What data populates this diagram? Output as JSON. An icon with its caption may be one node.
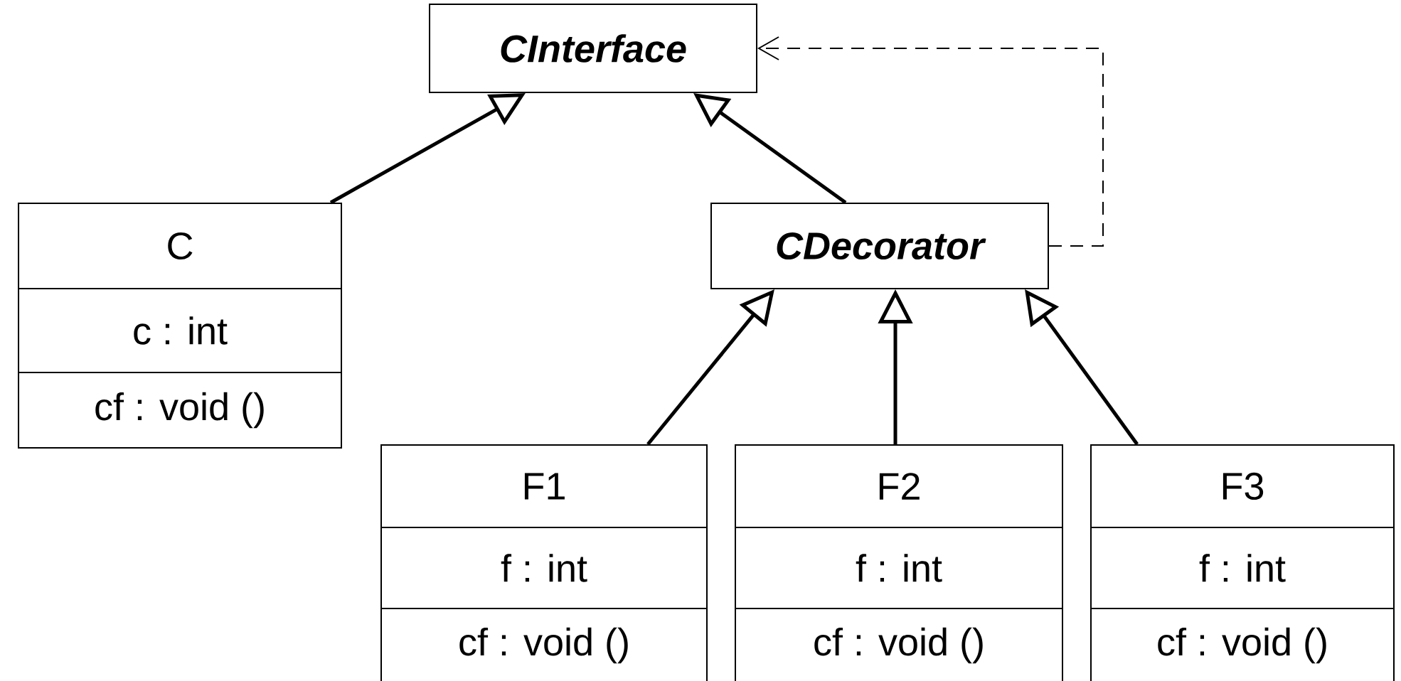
{
  "diagram": {
    "nodes": [
      {
        "text": [
          "CInterface"
        ]
      },
      {
        "text": [
          "C",
          "c : int",
          "cf : void ()"
        ]
      },
      {
        "text": [
          "CDecorator"
        ]
      },
      {
        "text": [
          "F1",
          "f : int",
          "cf : void ()"
        ]
      },
      {
        "text": [
          "F2",
          "f : int",
          "cf : void ()"
        ]
      },
      {
        "text": [
          "F3",
          "f : int",
          "cf : void ()"
        ]
      }
    ],
    "edges": [
      {
        "from": 1,
        "to": 0,
        "arrow": "to"
      },
      {
        "from": 2,
        "to": 0,
        "arrow": "to"
      },
      {
        "from": 3,
        "to": 2,
        "arrow": "to"
      },
      {
        "from": 4,
        "to": 2,
        "arrow": "to"
      },
      {
        "from": 5,
        "to": 2,
        "arrow": "to"
      },
      {
        "from": 2,
        "to": 0,
        "arrow": "to",
        "style": "dashed"
      }
    ]
  }
}
